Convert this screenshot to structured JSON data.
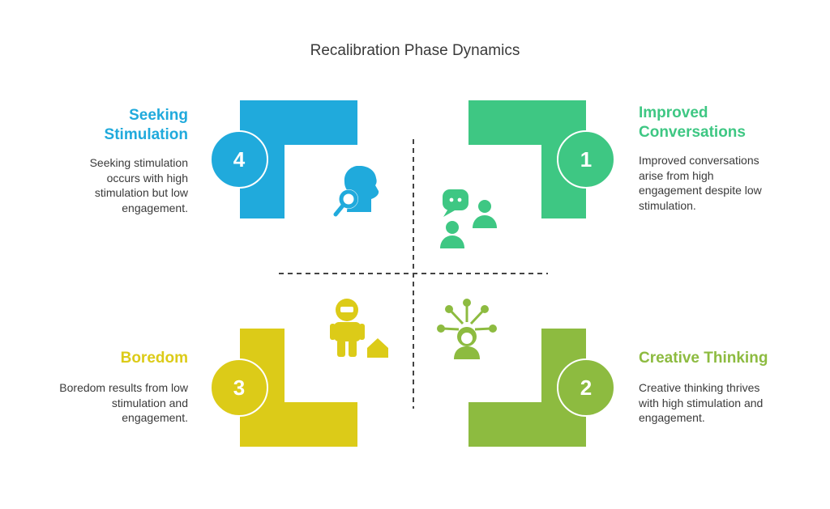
{
  "title": "Recalibration Phase Dynamics",
  "colors": {
    "blue": "#20aadc",
    "green": "#3ec783",
    "yellow": "#dccb18",
    "lime": "#8dbb40"
  },
  "quadrants": [
    {
      "id": "seeking-stimulation",
      "number": "4",
      "title_line1": "Seeking",
      "title_line2": "Stimulation",
      "desc_lines": [
        "Seeking stimulation",
        "occurs with high",
        "stimulation but low",
        "engagement."
      ],
      "icon": "thinking-head-icon"
    },
    {
      "id": "improved-conversations",
      "number": "1",
      "title_line1": "Improved",
      "title_line2": "Conversations",
      "desc_lines": [
        "Improved conversations",
        "arise from high",
        "engagement despite low",
        "stimulation."
      ],
      "icon": "conversation-icon"
    },
    {
      "id": "boredom",
      "number": "3",
      "title_line1": "Boredom",
      "desc_lines": [
        "Boredom results from low",
        "stimulation and",
        "engagement."
      ],
      "icon": "bored-person-icon"
    },
    {
      "id": "creative-thinking",
      "number": "2",
      "title_line1": "Creative Thinking",
      "desc_lines": [
        "Creative thinking thrives",
        "with high stimulation and",
        "engagement."
      ],
      "icon": "creative-mind-icon"
    }
  ]
}
